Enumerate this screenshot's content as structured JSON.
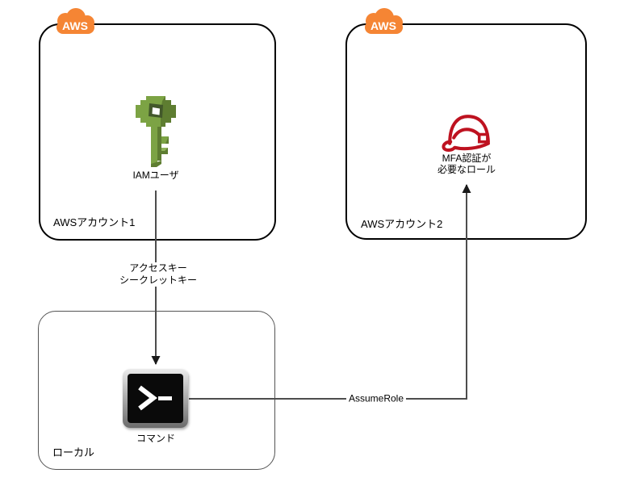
{
  "zones": {
    "account1": {
      "badge": "AWS",
      "label": "AWSアカウント1"
    },
    "account2": {
      "badge": "AWS",
      "label": "AWSアカウント2"
    },
    "local": {
      "label": "ローカル"
    }
  },
  "nodes": {
    "iam_user": {
      "icon": "iam-key-icon",
      "label": "IAMユーザ"
    },
    "mfa_role": {
      "icon": "role-hard-hat-icon",
      "label": "MFA認証が\n必要なロール"
    },
    "command": {
      "icon": "terminal-icon",
      "label": "コマンド"
    }
  },
  "edges": {
    "access_key": {
      "from": "iam_user",
      "to": "command",
      "label": "アクセスキー\nシークレットキー"
    },
    "assume_role": {
      "from": "command",
      "to": "mfa_role",
      "label": "AssumeRole"
    }
  },
  "colors": {
    "background": "#ffffff",
    "aws_badge_orange": "#F58534",
    "key_green": "#7CA344",
    "key_green_dark": "#5E7D31",
    "key_green_deep": "#42582A",
    "role_red": "#BE1220",
    "zone_border": "#000000",
    "local_zone_border": "#545454",
    "connector": "#4D4D4D",
    "terminal_screen": "#0A0A0A"
  }
}
